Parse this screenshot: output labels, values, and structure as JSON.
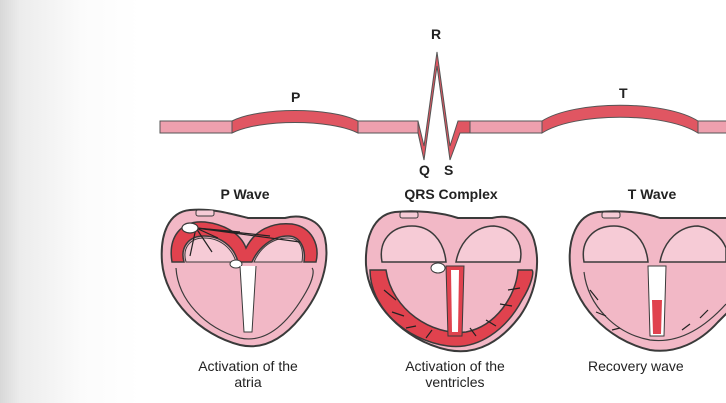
{
  "wave_labels": {
    "p": "P",
    "r": "R",
    "q": "Q",
    "s": "S",
    "t": "T"
  },
  "panels": [
    {
      "title": "P Wave",
      "caption_line1": "Activation of the",
      "caption_line2": "atria"
    },
    {
      "title": "QRS Complex",
      "caption_line1": "Activation of the",
      "caption_line2": "ventricles"
    },
    {
      "title": "T Wave",
      "caption_line1": "Recovery wave",
      "caption_line2": ""
    }
  ],
  "colors": {
    "heart_pink": "#f2b8c6",
    "activation_red": "#e0424e",
    "outline": "#3a3a3a",
    "trace_fill": "#eea0ae"
  }
}
